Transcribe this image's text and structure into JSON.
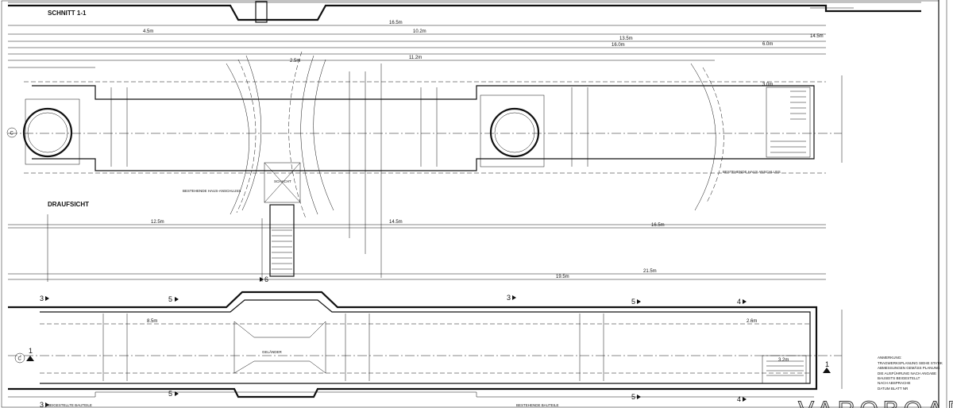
{
  "drawing": {
    "section_title": "SCHNITT 1-1",
    "plan_title": "DRAUFSICHT",
    "watermark": "VAROBOARD"
  },
  "section_markers": [
    {
      "id": "s3-left-top",
      "label": "3"
    },
    {
      "id": "s5-left-top",
      "label": "5"
    },
    {
      "id": "s3-mid-top",
      "label": "3"
    },
    {
      "id": "s5-right-top",
      "label": "5"
    },
    {
      "id": "s4-right-top",
      "label": "4"
    },
    {
      "id": "s1-left",
      "label": "1"
    },
    {
      "id": "s1-right",
      "label": "1"
    },
    {
      "id": "s3-left-bot",
      "label": "3"
    },
    {
      "id": "s5-left-bot",
      "label": "5"
    },
    {
      "id": "s5-right-bot",
      "label": "5"
    },
    {
      "id": "s4-right-bot",
      "label": "4"
    },
    {
      "id": "s6",
      "label": "6"
    }
  ],
  "axis_markers": [
    {
      "id": "axis-c-top",
      "label": "C"
    },
    {
      "id": "axis-c-bottom",
      "label": "C"
    }
  ],
  "dimensions": {
    "top_overall": "16.5m",
    "top_a": "4.5m",
    "top_b": "10.2m",
    "top_c": "13.5m",
    "top_d": "14.5m",
    "top_e": "16.0m",
    "top_f": "11.2m",
    "top_g": "6.0m",
    "long_1": "14.5m",
    "long_2": "12.5m",
    "long_3": "16.5m",
    "long_4": "21.5m",
    "long_5": "19.5m",
    "left_1": "8.5m",
    "mid_1": "3.0m",
    "mid_2": "2.5m",
    "right_1": "2.6m",
    "right_2": "3.2m"
  },
  "notes": {
    "block_title": "ANMERKUNG:",
    "line_1": "TRAGWERKSPLANUNG SIEHE STATIK",
    "line_2": "ABMESSUNGEN GEMÄSS PLANUNG",
    "line_3": "DIE AUSFÜHRUNG NACH ANGABE",
    "line_4": "BAUSEITS BEIGESTELLT",
    "line_5": "NACH ABSPRACHE",
    "line_6": "DATUM  BLATT  NR",
    "callout_a": "BESTEHENDE HAUS-ANSCHLUSS",
    "callout_b": "BESTEHENDE HAUS ANSCHLUSS",
    "callout_c": "BEIGESTELLTE BAUTEILE",
    "callout_d": "BESTEHENDE BAUTEILE",
    "callout_e": "GELÄNDER",
    "callout_f": "SCHACHT"
  }
}
